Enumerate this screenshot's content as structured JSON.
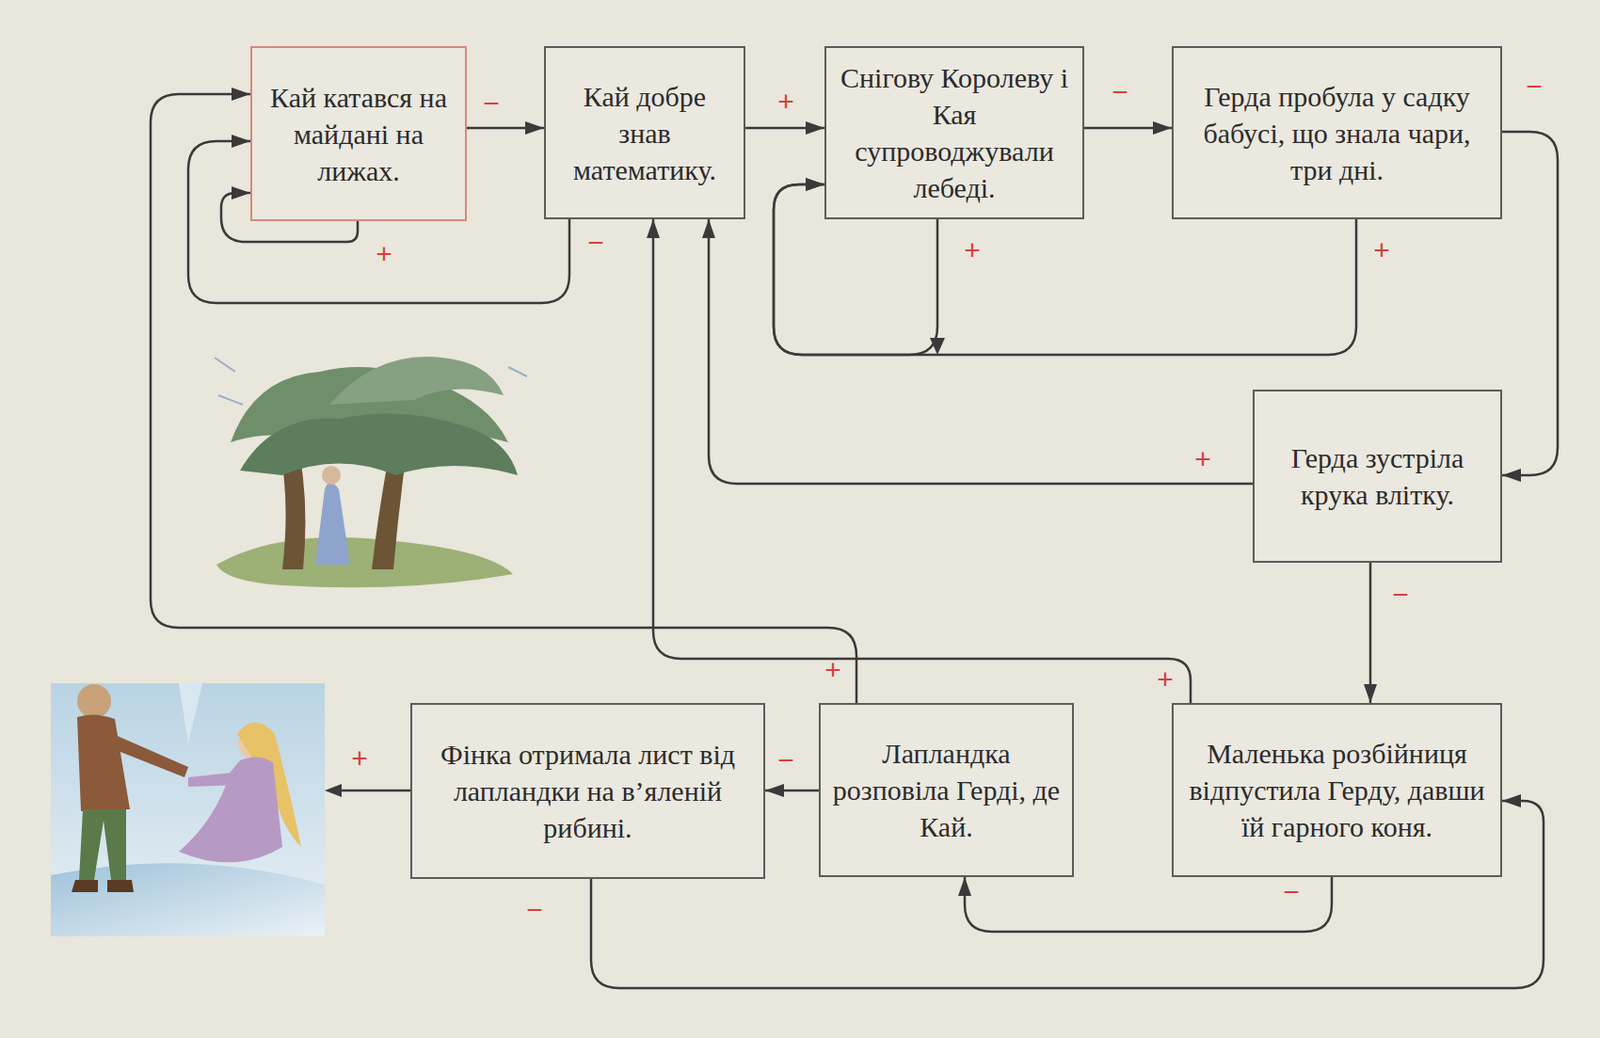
{
  "diagram": {
    "nodes": [
      {
        "text": [
          "Кай катався на майдані на лижах."
        ]
      },
      {
        "text": [
          "Кай добре знав математику."
        ]
      },
      {
        "text": [
          "Снігову Королеву і Кая супроводжували лебеді."
        ]
      },
      {
        "text": [
          "Герда пробула у садку бабусі, що знала чари, три дні."
        ]
      },
      {
        "text": [
          "Герда зустріла крука влітку."
        ]
      },
      {
        "text": [
          "Маленька розбійниця відпустила Герду, давши їй гарного коня."
        ]
      },
      {
        "text": [
          "Лапландка розповіла Герді, де Кай."
        ]
      },
      {
        "text": [
          "Фінка отримала лист від лапландки на в’яленій рибині."
        ]
      }
    ],
    "edges": [
      {
        "from": 0,
        "to": 1,
        "arrow": "to",
        "label": "−"
      },
      {
        "from": 0,
        "to": 0,
        "arrow": "to",
        "label": "+"
      },
      {
        "from": 1,
        "to": 0,
        "arrow": "to",
        "label": "−"
      },
      {
        "from": 1,
        "to": 2,
        "arrow": "to",
        "label": "+"
      },
      {
        "from": 2,
        "to": 3,
        "arrow": "to",
        "label": "−"
      },
      {
        "from": 3,
        "to": 2,
        "arrow": "to",
        "label": "+"
      },
      {
        "from": 2,
        "to": 2,
        "arrow": "to",
        "label": "+"
      },
      {
        "from": 3,
        "to": 4,
        "arrow": "to",
        "label": "−"
      },
      {
        "from": 4,
        "to": 1,
        "arrow": "to",
        "label": "+"
      },
      {
        "from": 4,
        "to": 5,
        "arrow": "to",
        "label": "−"
      },
      {
        "from": 5,
        "to": 1,
        "arrow": "to",
        "label": "+"
      },
      {
        "from": 5,
        "to": 6,
        "arrow": "to",
        "label": "−"
      },
      {
        "from": 6,
        "to": 7,
        "arrow": "to",
        "label": "−"
      },
      {
        "from": 6,
        "to": 0,
        "arrow": "to",
        "label": "+"
      },
      {
        "from": 7,
        "to": 5,
        "arrow": "to",
        "label": "−"
      }
    ],
    "labels": [
      "+"
    ]
  }
}
